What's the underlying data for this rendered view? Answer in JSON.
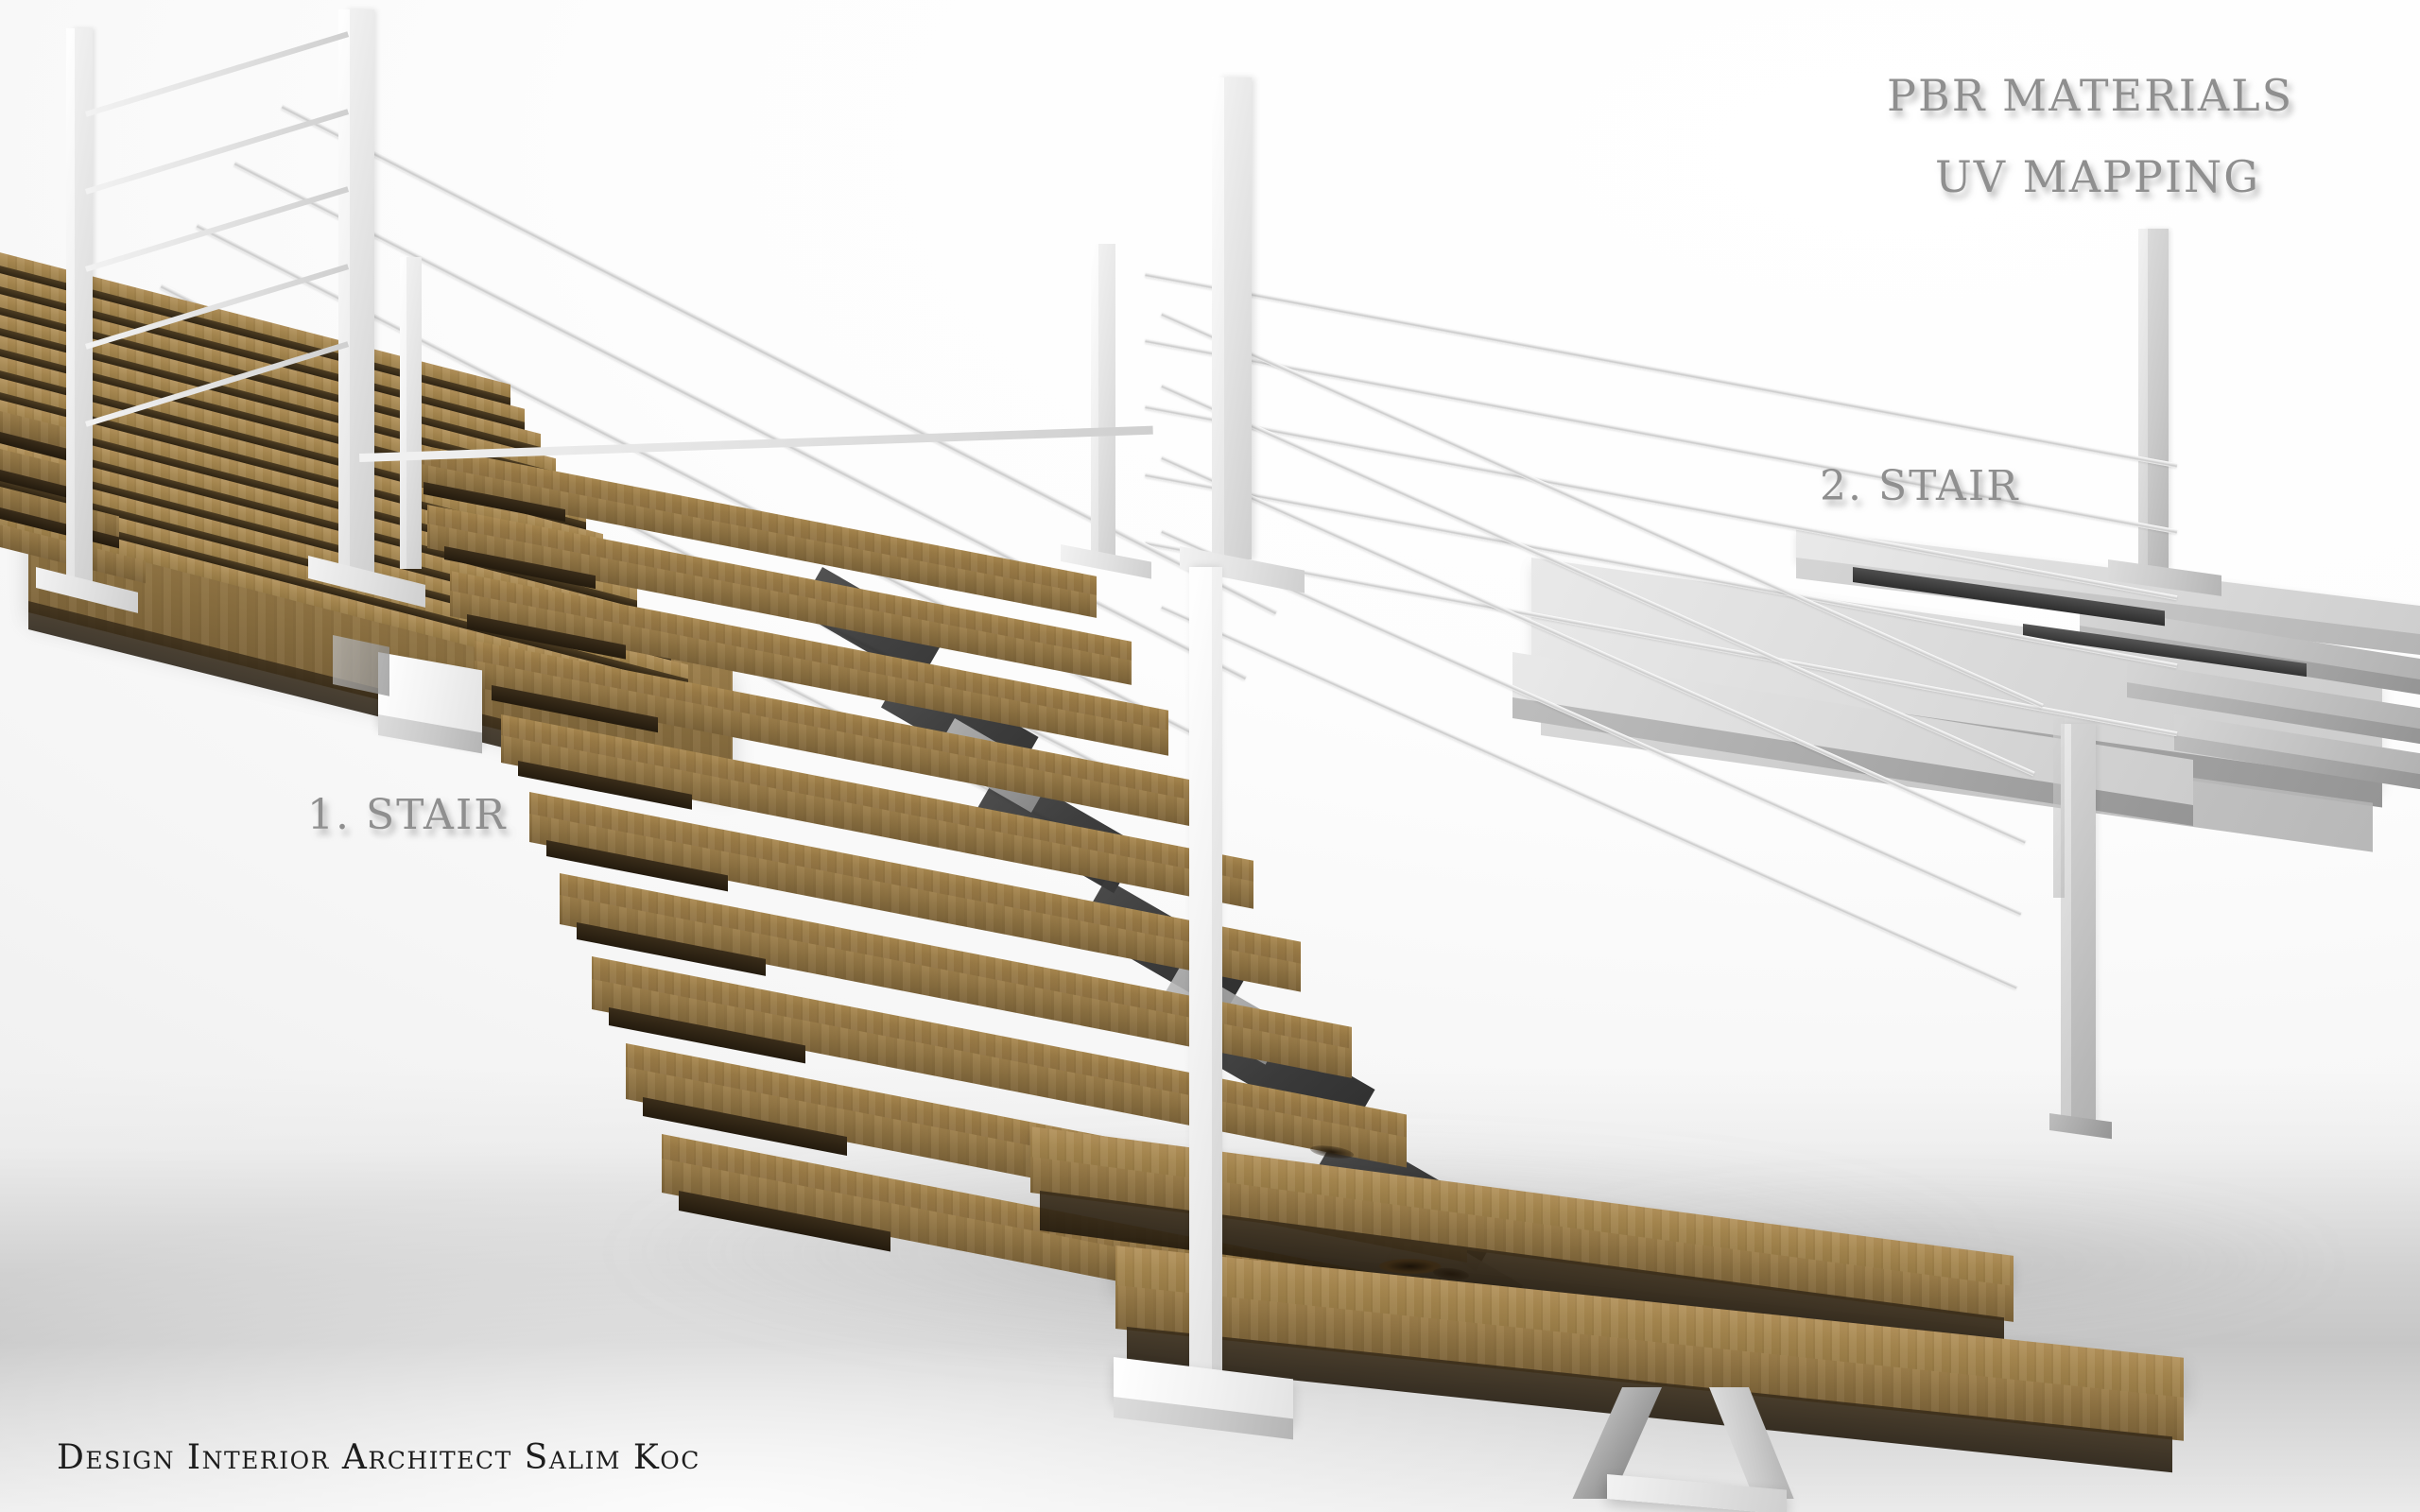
{
  "scene": {
    "title_lines": [
      "PBR MATERIALS",
      "UV MAPPING"
    ],
    "annotations": {
      "pbr_materials": "PBR MATERIALS",
      "uv_mapping": "UV MAPPING",
      "stair_one": "1. STAIR",
      "stair_two": "2. STAIR"
    },
    "credit": "Design Interior Architect Salim Koc",
    "colors": {
      "background": "#f4f4f4",
      "floor": "#c6c6c6",
      "wood_light": "#b2915a",
      "wood_mid": "#9a7b46",
      "wood_dark": "#7c6339",
      "wood_shadow": "#2c2212",
      "metal_white": "#ffffff",
      "metal_light": "#e2e2e2",
      "metal_mid": "#c9c9c9",
      "steel_dark": "#2a2a2a",
      "clay_gray": "#dcdcdc",
      "label_text": "#8f8f8f",
      "credit_text": "#1d1d1d"
    },
    "objects": {
      "stair_one_label": "1. STAIR",
      "stair_one_material": "wood treads with PBR oak texture, white steel posts, stainless cable railing",
      "stair_one_tread_count": 13,
      "stair_one_landing_plank_count": 14,
      "stair_two_label": "2. STAIR",
      "stair_two_material": "untextured clay grey geometry",
      "railing_cable_count": 5
    }
  }
}
